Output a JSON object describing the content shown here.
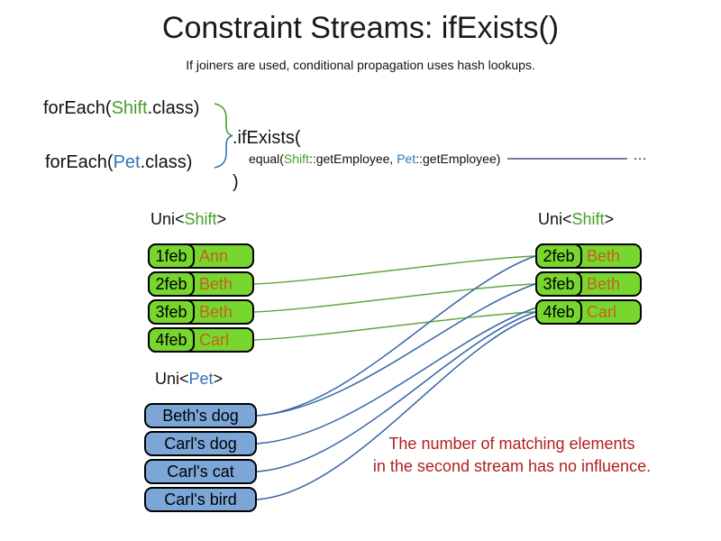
{
  "title": "Constraint Streams: ifExists()",
  "subtitle": "If joiners are used, conditional propagation uses hash lookups.",
  "code": {
    "foreach_shift": {
      "pre": "forEach(",
      "cls": "Shift",
      "post": ".class)"
    },
    "foreach_pet": {
      "pre": "forEach(",
      "cls": "Pet",
      "post": ".class)"
    },
    "if_exists": ".ifExists(",
    "equal": {
      "pre": "equal(",
      "shift": "Shift",
      "mid": "::getEmployee, ",
      "pet": "Pet",
      "post": "::getEmployee)"
    },
    "close_paren": ")",
    "ellipsis": "…"
  },
  "left_shift_table": {
    "label": {
      "pre": "Uni<",
      "cls": "Shift",
      "post": ">"
    },
    "rows": [
      {
        "date": "1feb",
        "name": "Ann"
      },
      {
        "date": "2feb",
        "name": "Beth"
      },
      {
        "date": "3feb",
        "name": "Beth"
      },
      {
        "date": "4feb",
        "name": "Carl"
      }
    ]
  },
  "right_shift_table": {
    "label": {
      "pre": "Uni<",
      "cls": "Shift",
      "post": ">"
    },
    "rows": [
      {
        "date": "2feb",
        "name": "Beth"
      },
      {
        "date": "3feb",
        "name": "Beth"
      },
      {
        "date": "4feb",
        "name": "Carl"
      }
    ]
  },
  "pet_table": {
    "label": {
      "pre": "Uni<",
      "cls": "Pet",
      "post": ">"
    },
    "rows": [
      "Beth's dog",
      "Carl's dog",
      "Carl's cat",
      "Carl's bird"
    ]
  },
  "note": {
    "line1": "The number of matching elements",
    "line2": "in the second stream has no influence."
  },
  "connections": {
    "shift_to_shift": [
      [
        "2feb",
        "2feb"
      ],
      [
        "3feb",
        "3feb"
      ],
      [
        "4feb",
        "4feb"
      ]
    ],
    "pet_to_shift": [
      [
        "Beth's dog",
        "2feb"
      ],
      [
        "Beth's dog",
        "3feb"
      ],
      [
        "Carl's dog",
        "4feb"
      ],
      [
        "Carl's cat",
        "4feb"
      ],
      [
        "Carl's bird",
        "4feb"
      ]
    ]
  },
  "colors": {
    "green_box": "#77d72f",
    "green_text": "#44a025",
    "orange_text": "#c5611d",
    "blue_text": "#2e74b5",
    "blue_box": "#7ca6d8",
    "line_green": "#62a53e",
    "line_blue": "#3465a4",
    "line_purple": "#565077",
    "note_red": "#b21e1e"
  }
}
